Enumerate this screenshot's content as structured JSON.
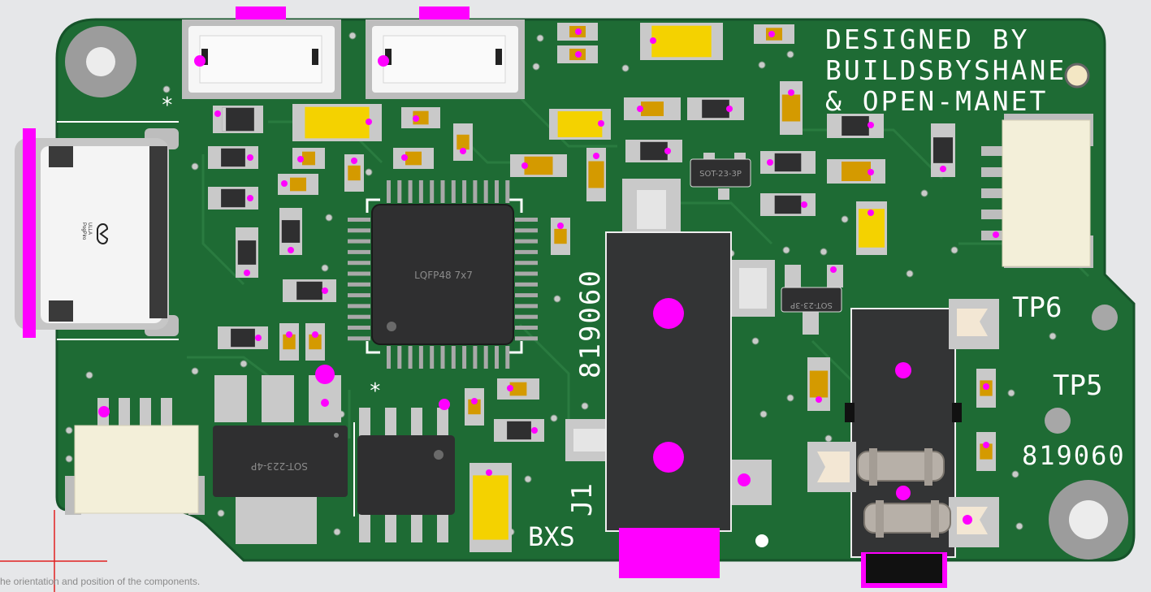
{
  "board": {
    "credit_lines": [
      "DESIGNED BY",
      "BUILDSBYSHANE",
      "& OPEN-MANET"
    ],
    "test_points": [
      "TP6",
      "TP5"
    ],
    "part_numbers": [
      "819060",
      "819060"
    ],
    "connector_label": "J1",
    "variant_label": "BXS",
    "ic_labels": {
      "mcu": "LQFP48 7x7",
      "regulator": "SOT-223-4P",
      "sot_a": "SOT-23-3P",
      "sot_b": "SOT-23-3P"
    },
    "usb_logo_text": [
      "ULLA",
      "PogPiro"
    ],
    "colors": {
      "board": "#1e6b34",
      "copper": "#b8bab8",
      "silkscreen": "#ffffff",
      "marker": "#ff00ff",
      "capacitor": "#f4c400",
      "chip": "#2e2f30"
    }
  },
  "viewer": {
    "caption": "he orientation and position of the components.",
    "origin_marker": "crosshair"
  }
}
